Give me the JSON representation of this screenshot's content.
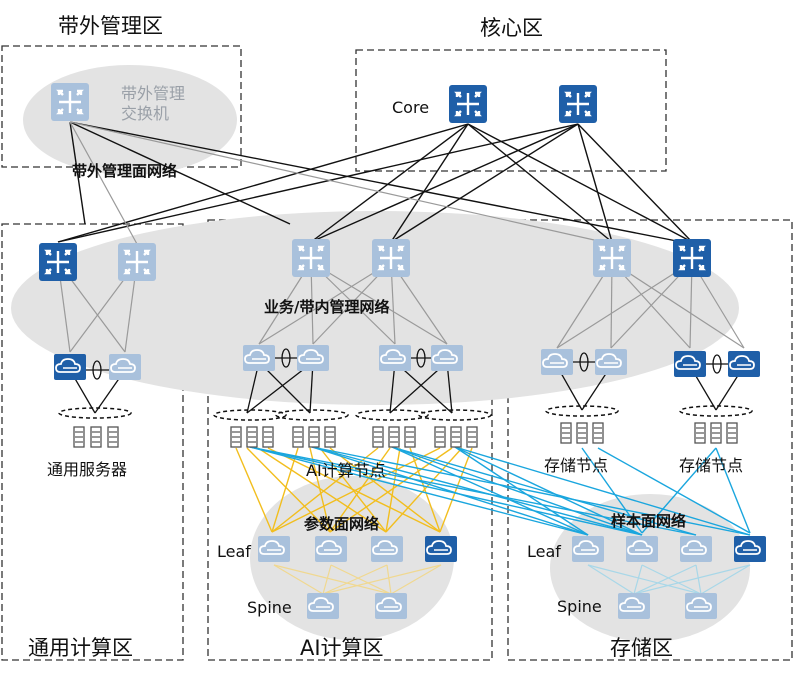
{
  "zones": {
    "oob": "带外管理区",
    "core": "核心区",
    "general": "通用计算区",
    "ai": "AI计算区",
    "storage": "存储区"
  },
  "labels": {
    "core": "Core",
    "oob_switch": "带外管理\n交换机",
    "oob_net": "带外管理面网络",
    "biz_net": "业务/带内管理网络",
    "param_net": "参数面网络",
    "sample_net": "样本面网络",
    "general_servers": "通用服务器",
    "ai_nodes": "AI计算节点",
    "storage_node_1": "存储节点",
    "storage_node_2": "存储节点",
    "leaf_ai": "Leaf",
    "spine_ai": "Spine",
    "leaf_storage": "Leaf",
    "spine_storage": "Spine"
  },
  "colors": {
    "active_device": "#1f5fa8",
    "faded_device": "#a9c1dc",
    "ellipse": "#e3e3e3",
    "core_link": "#111111",
    "grey_link": "#9a9a9a",
    "param_link": "#f2be1e",
    "sample_link": "#1aa6de",
    "storage_spine_link": "#a8d7e8"
  },
  "icons": [
    "router-icon",
    "leaf-switch-icon",
    "server-rack-icon"
  ]
}
